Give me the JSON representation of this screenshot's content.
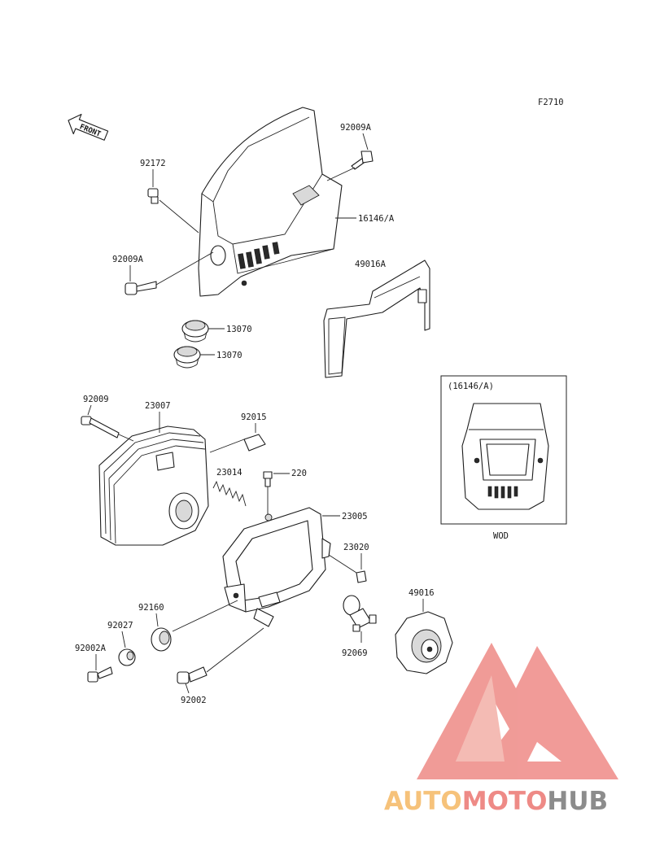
{
  "diagram": {
    "figure_code": "F2710",
    "front_label": "FRONT",
    "inset": {
      "title": "(16146/A)",
      "caption": "WOD"
    },
    "parts": [
      {
        "id": "92009A",
        "label": "92009A"
      },
      {
        "id": "92172",
        "label": "92172"
      },
      {
        "id": "16146A",
        "label": "16146/A"
      },
      {
        "id": "92009A-2",
        "label": "92009A"
      },
      {
        "id": "49016A",
        "label": "49016A"
      },
      {
        "id": "13070-1",
        "label": "13070"
      },
      {
        "id": "13070-2",
        "label": "13070"
      },
      {
        "id": "92009",
        "label": "92009"
      },
      {
        "id": "23007",
        "label": "23007"
      },
      {
        "id": "92015",
        "label": "92015"
      },
      {
        "id": "23014",
        "label": "23014"
      },
      {
        "id": "220",
        "label": "220"
      },
      {
        "id": "23005",
        "label": "23005"
      },
      {
        "id": "23020",
        "label": "23020"
      },
      {
        "id": "92160",
        "label": "92160"
      },
      {
        "id": "49016",
        "label": "49016"
      },
      {
        "id": "92027",
        "label": "92027"
      },
      {
        "id": "92002A",
        "label": "92002A"
      },
      {
        "id": "92069",
        "label": "92069"
      },
      {
        "id": "92002",
        "label": "92002"
      }
    ]
  },
  "watermark": {
    "part1": "AUTO",
    "part2": "MOTO",
    "part3": "HUB",
    "colors": {
      "logo": "#ee8a86",
      "auto": "#f6c27a",
      "moto": "#ee8a86",
      "hub": "#8c8c8c"
    }
  }
}
